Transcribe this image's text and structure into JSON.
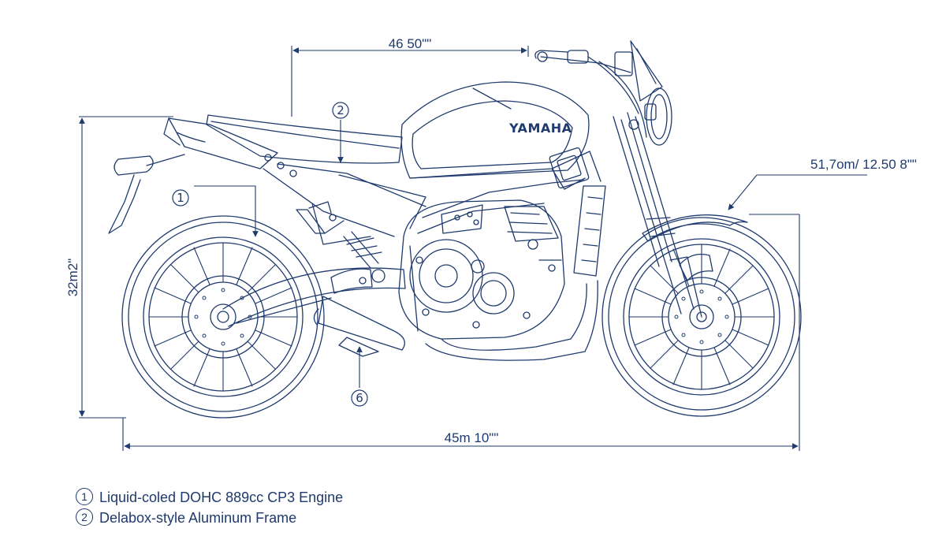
{
  "brand_text": "YAMAHA",
  "dimensions": {
    "top": "46 50\"\"",
    "right": "51,7om/ 12.50 8\"\"",
    "left": "32m2\"",
    "bottom": "45m 10\"\""
  },
  "callouts": [
    {
      "num": "1"
    },
    {
      "num": "2"
    },
    {
      "num": "6"
    }
  ],
  "legend": [
    {
      "num": "1",
      "text": "Liquid-coled DOHC 889cc CP3 Engine"
    },
    {
      "num": "2",
      "text": "Delabox-style Aluminum Frame"
    }
  ],
  "colors": {
    "ink": "#1f3a6e",
    "background": "#ffffff"
  }
}
